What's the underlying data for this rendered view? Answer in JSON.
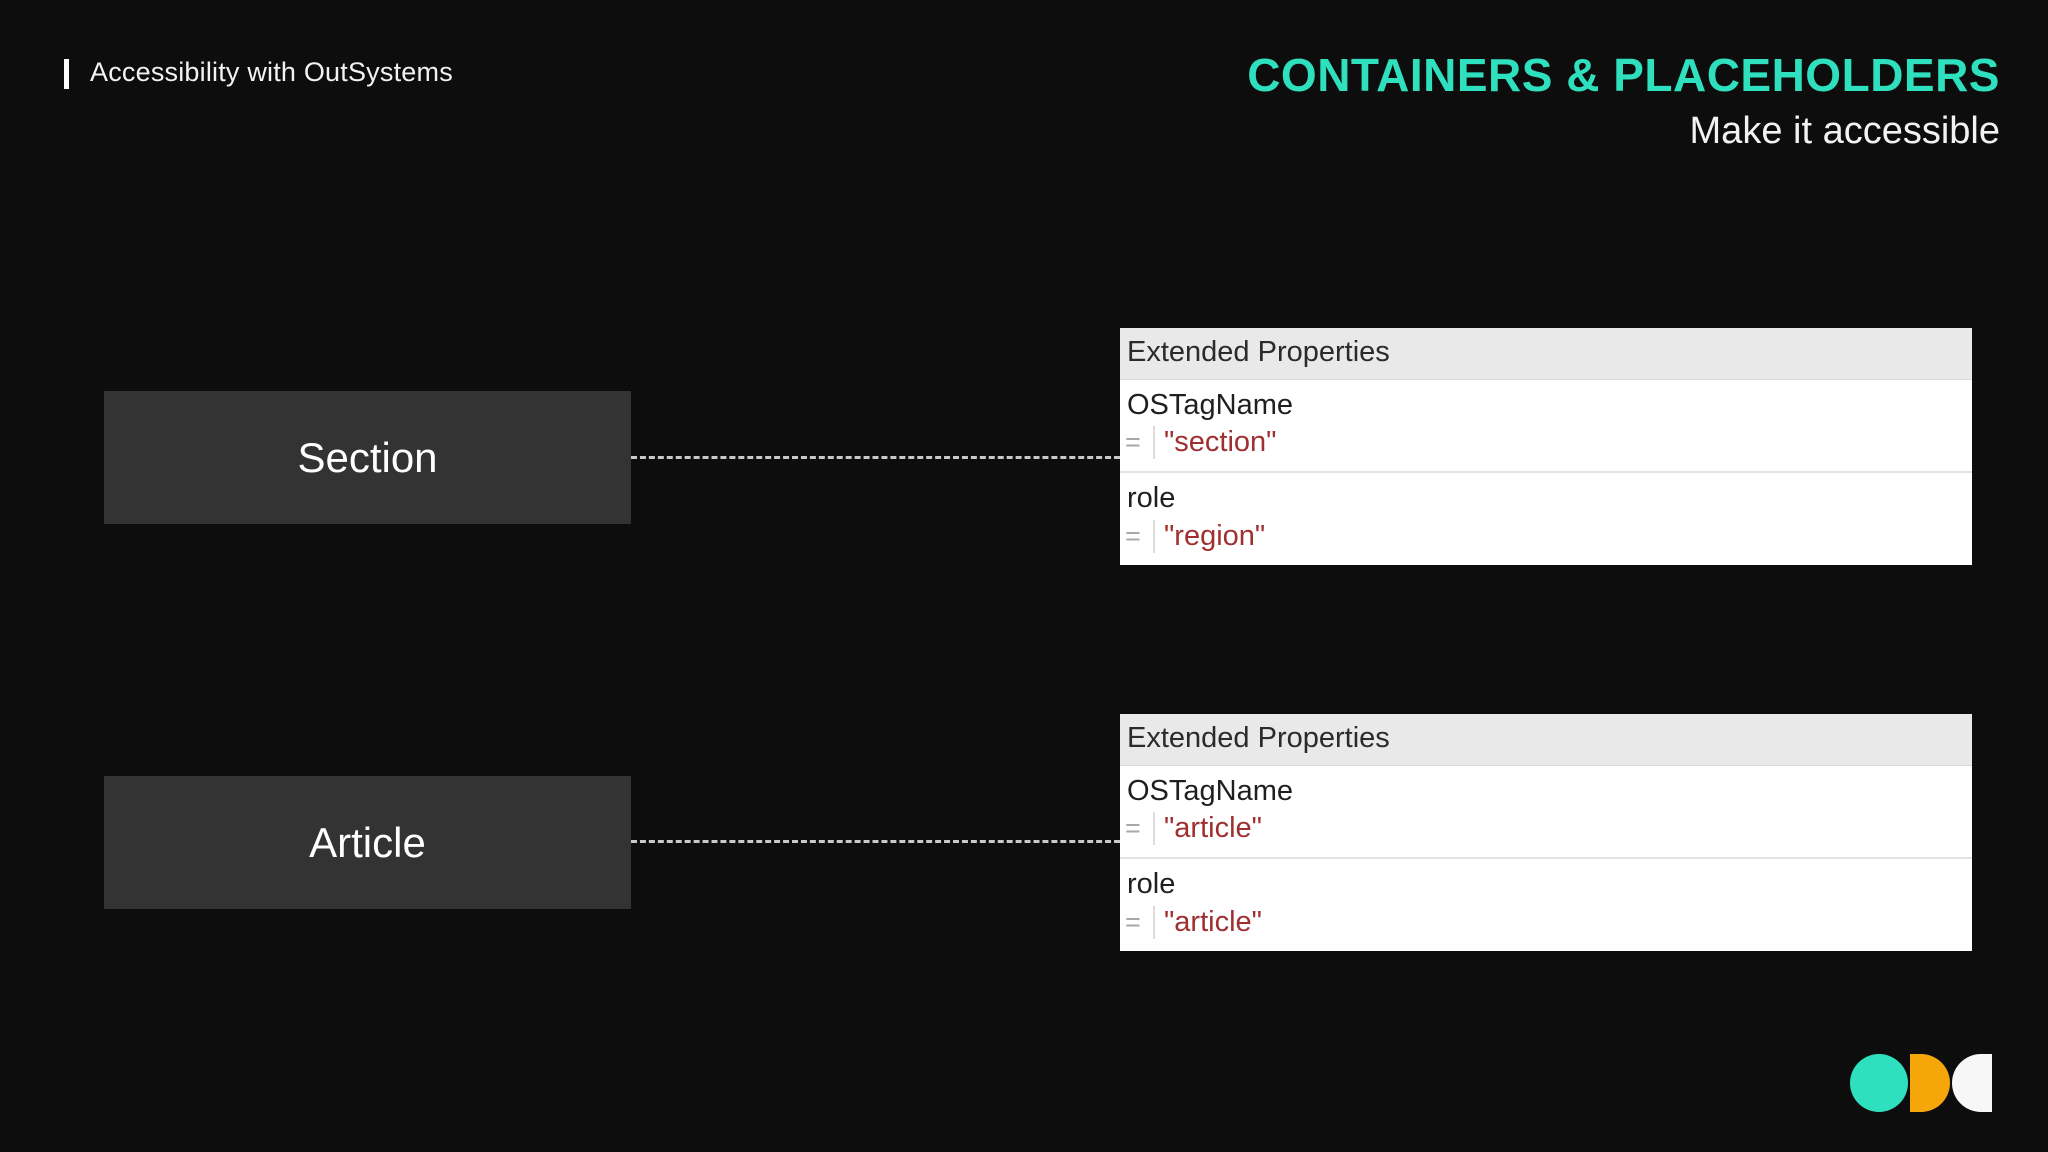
{
  "header": {
    "brand_label": "Accessibility with OutSystems",
    "title": "CONTAINERS & PLACEHOLDERS",
    "subtitle": "Make it accessible",
    "accent_color": "#2ee0bd"
  },
  "blocks": [
    {
      "label": "Section"
    },
    {
      "label": "Article"
    }
  ],
  "panels": [
    {
      "header": "Extended Properties",
      "rows": [
        {
          "name": "OSTagName",
          "equals": "=",
          "value": "\"section\""
        },
        {
          "name": "role",
          "equals": "=",
          "value": "\"region\""
        }
      ]
    },
    {
      "header": "Extended Properties",
      "rows": [
        {
          "name": "OSTagName",
          "equals": "=",
          "value": "\"article\""
        },
        {
          "name": "role",
          "equals": "=",
          "value": "\"article\""
        }
      ]
    }
  ],
  "logo": {
    "name": "outsystems-logo",
    "colors": [
      "#2ee0bd",
      "#f5a70a",
      "#f7f7f7"
    ]
  },
  "theme": {
    "background": "#0d0d0d",
    "block_background": "#333333",
    "value_color": "#a03030",
    "panel_header_background": "#e9e9e9"
  }
}
